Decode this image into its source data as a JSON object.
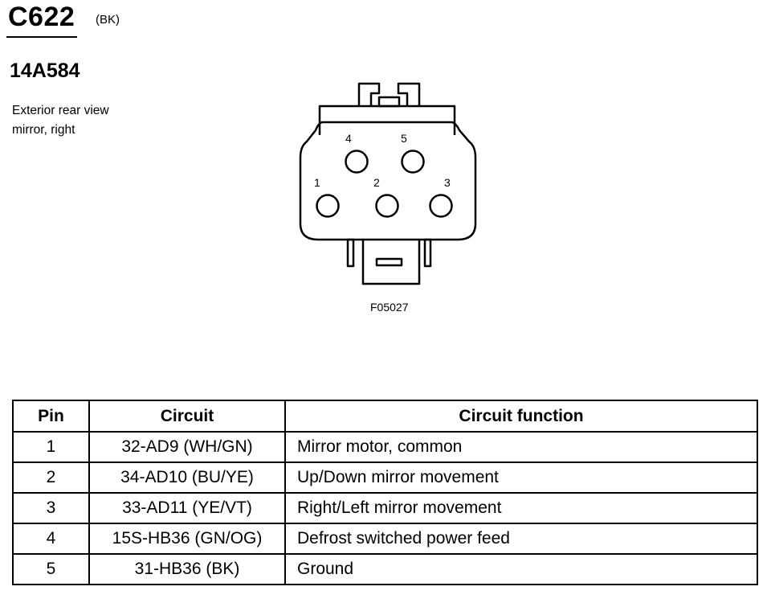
{
  "header": {
    "connector_id": "C622",
    "connector_color": "(BK)",
    "part_number": "14A584",
    "description_lines": [
      "Exterior rear view",
      "mirror, right"
    ]
  },
  "diagram": {
    "pin_labels": [
      "1",
      "2",
      "3",
      "4",
      "5"
    ],
    "figure_code": "F05027"
  },
  "table": {
    "headers": [
      "Pin",
      "Circuit",
      "Circuit function"
    ],
    "rows": [
      {
        "pin": "1",
        "circuit": "32-AD9 (WH/GN)",
        "function": "Mirror motor, common"
      },
      {
        "pin": "2",
        "circuit": "34-AD10 (BU/YE)",
        "function": "Up/Down mirror movement"
      },
      {
        "pin": "3",
        "circuit": "33-AD11 (YE/VT)",
        "function": "Right/Left mirror movement"
      },
      {
        "pin": "4",
        "circuit": "15S-HB36 (GN/OG)",
        "function": "Defrost switched power feed"
      },
      {
        "pin": "5",
        "circuit": "31-HB36 (BK)",
        "function": "Ground"
      }
    ]
  }
}
